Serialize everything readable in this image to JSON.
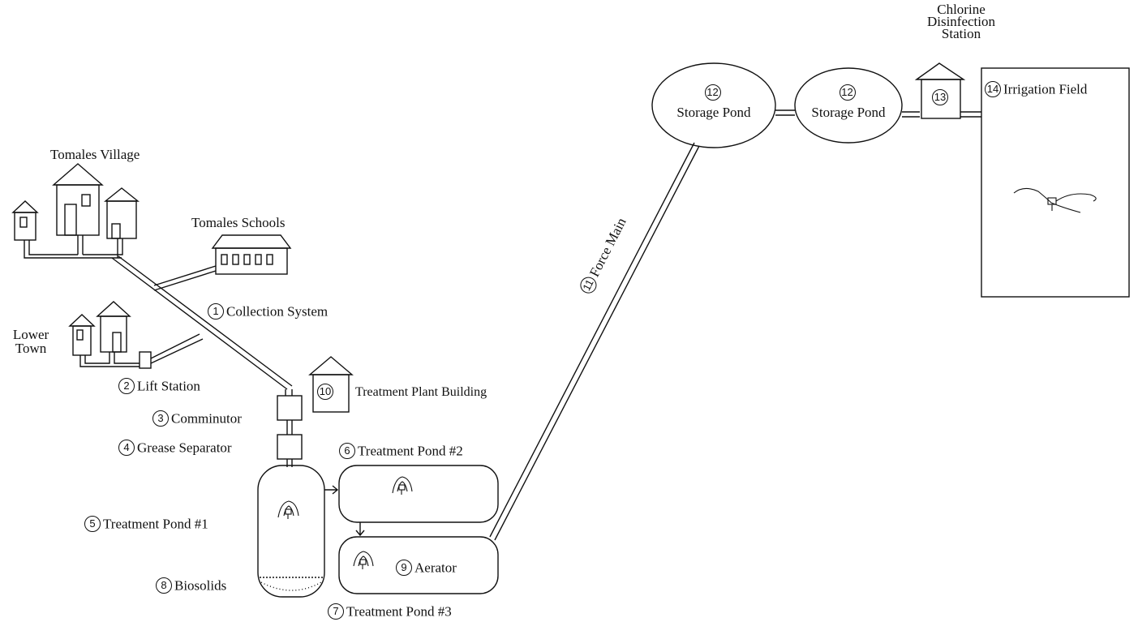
{
  "labels": {
    "tomales_village": "Tomales Village",
    "tomales_schools": "Tomales Schools",
    "lower_town_line1": "Lower",
    "lower_town_line2": "Town",
    "chlorine_line1": "Chlorine",
    "chlorine_line2": "Disinfection",
    "chlorine_line3": "Station"
  },
  "components": [
    {
      "number": "1",
      "name": "Collection System"
    },
    {
      "number": "2",
      "name": "Lift Station"
    },
    {
      "number": "3",
      "name": "Comminutor"
    },
    {
      "number": "4",
      "name": "Grease Separator"
    },
    {
      "number": "5",
      "name": "Treatment Pond #1"
    },
    {
      "number": "6",
      "name": "Treatment Pond #2"
    },
    {
      "number": "7",
      "name": "Treatment Pond #3"
    },
    {
      "number": "8",
      "name": "Biosolids"
    },
    {
      "number": "9",
      "name": "Aerator"
    },
    {
      "number": "10",
      "name": "Treatment Plant Building"
    },
    {
      "number": "11",
      "name": "Force Main"
    },
    {
      "number": "12",
      "name": "Storage Pond"
    },
    {
      "number": "12",
      "name": "Storage Pond"
    },
    {
      "number": "13",
      "name": ""
    },
    {
      "number": "14",
      "name": "Irrigation Field"
    }
  ]
}
